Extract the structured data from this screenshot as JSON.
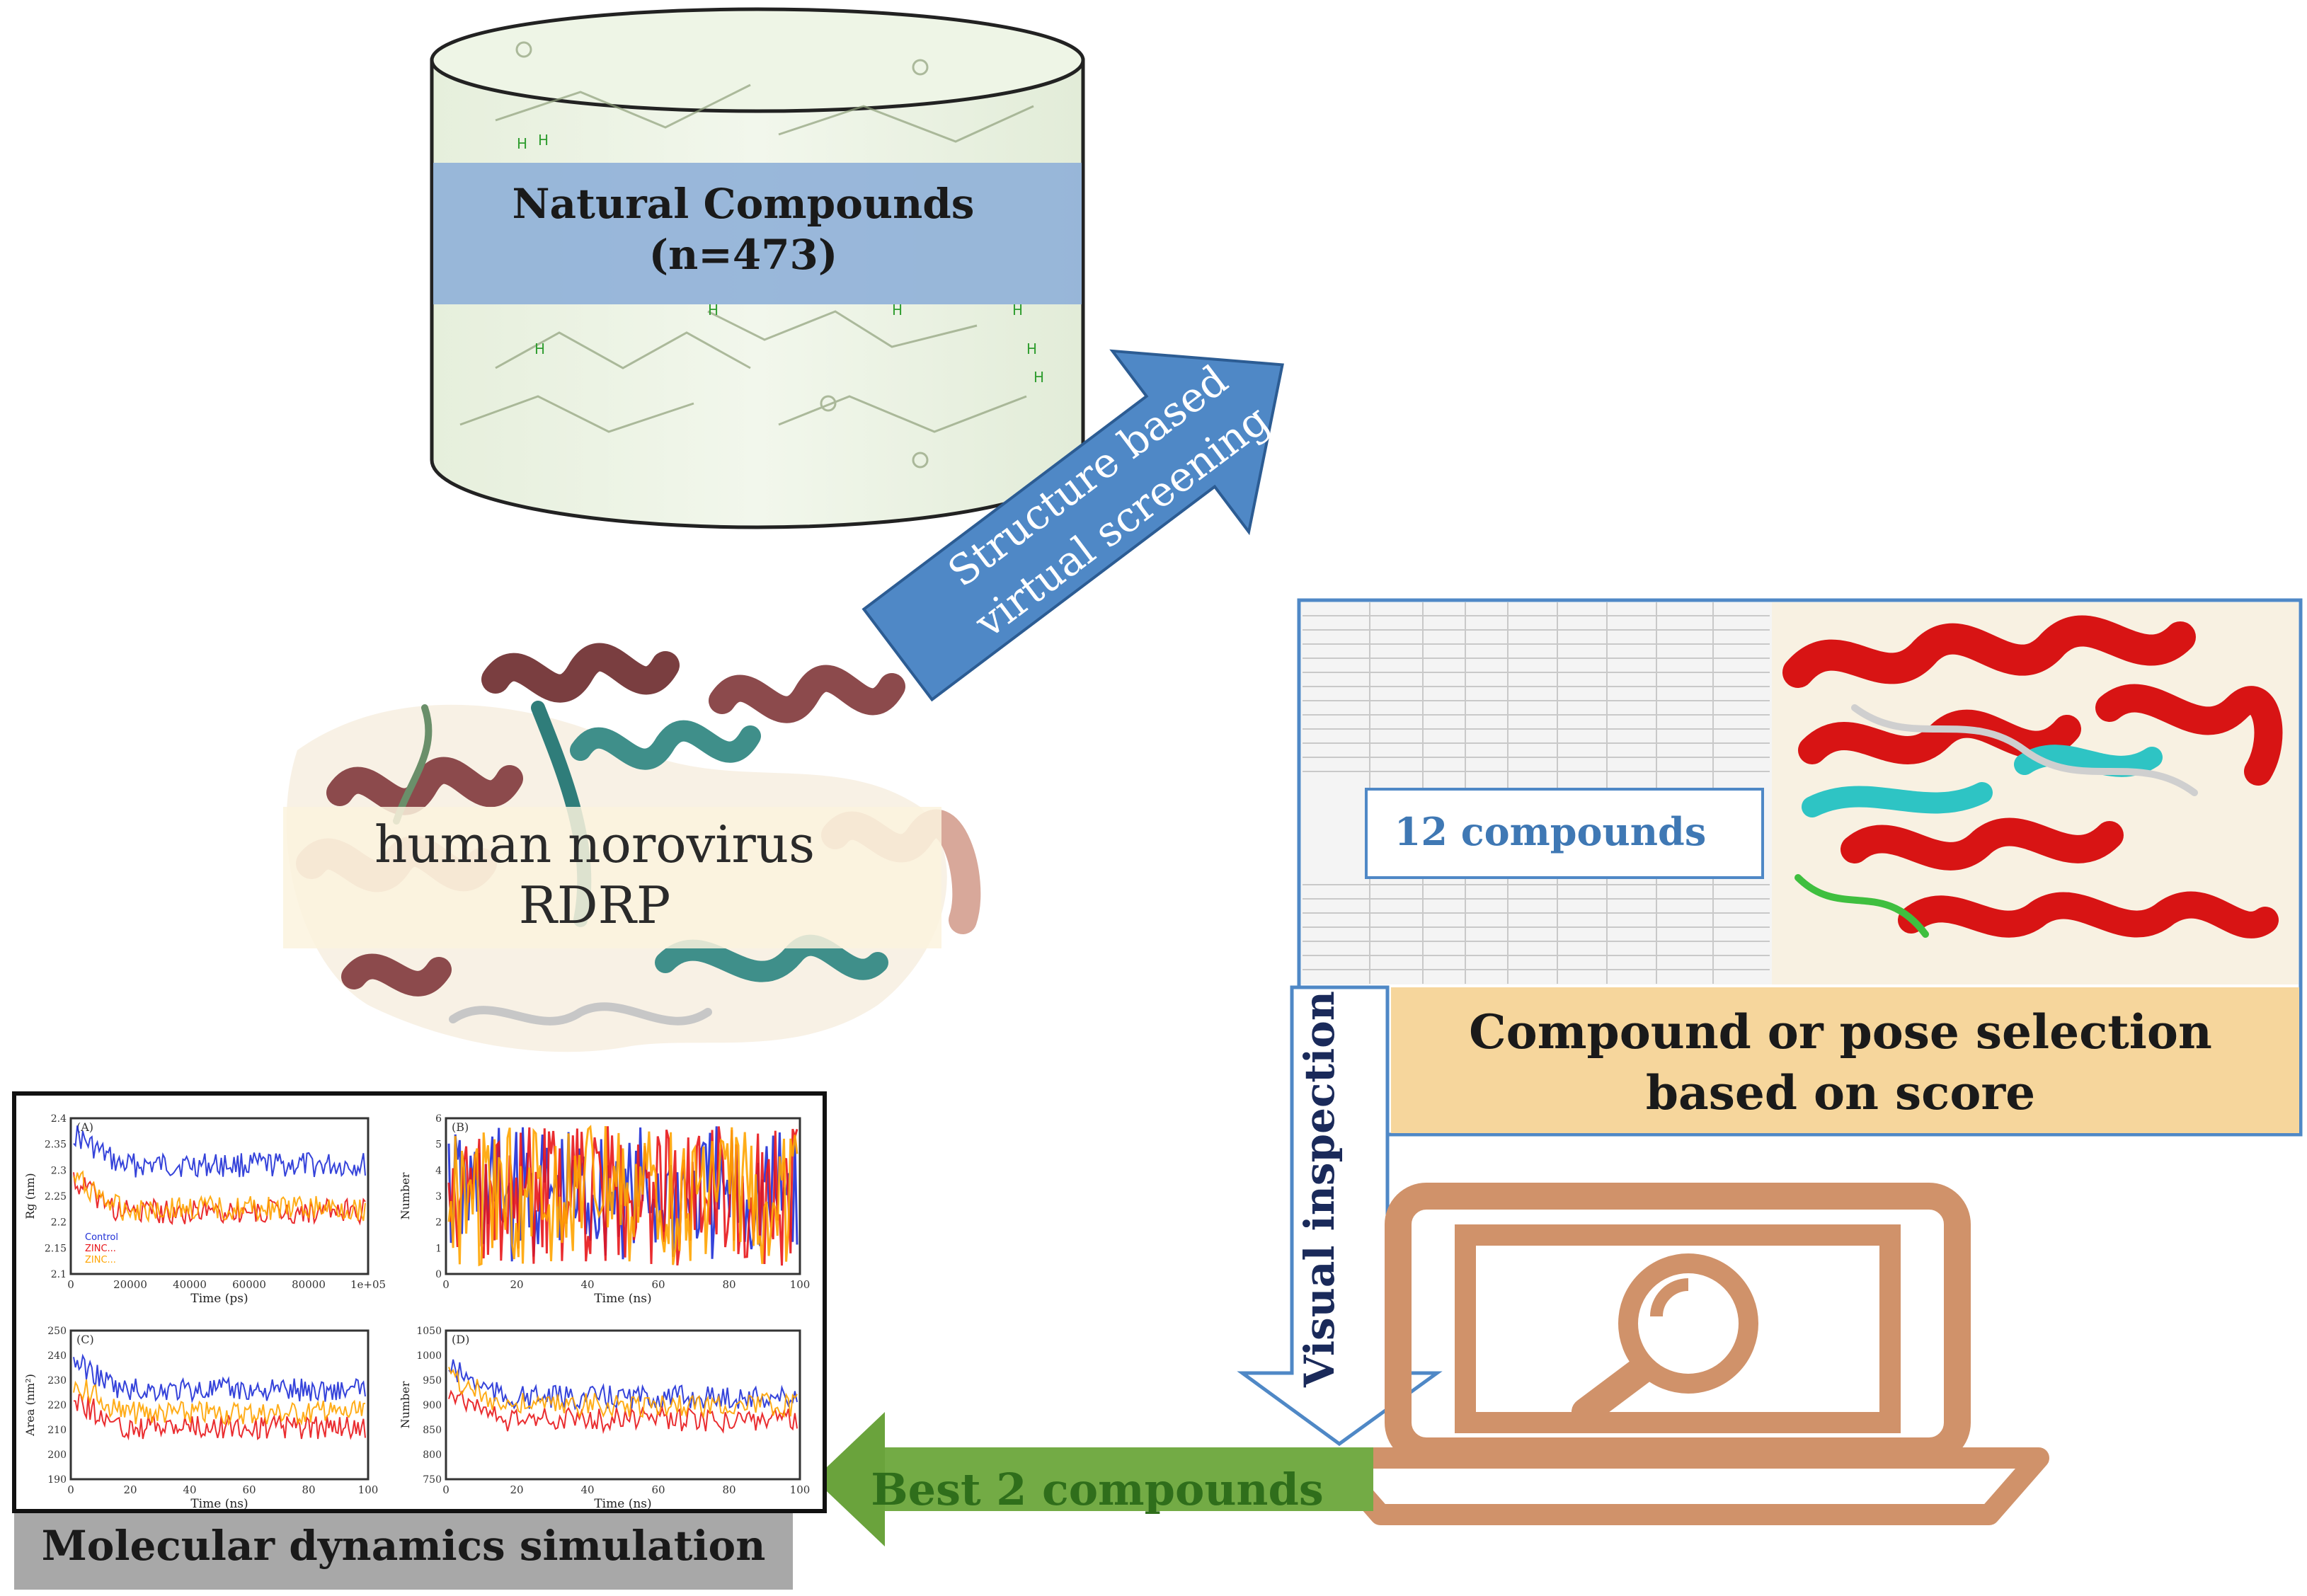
{
  "database": {
    "title_line1": "Natural Compounds",
    "title_line2": "(n=473)"
  },
  "screening_arrow": {
    "line1": "Structure based",
    "line2": "virtual screening"
  },
  "protein": {
    "line1": "human norovirus",
    "line2": "RDRP"
  },
  "results_panel": {
    "count_label": "12 compounds",
    "selection_line1": "Compound or pose selection",
    "selection_line2": "based on score"
  },
  "visual_arrow": {
    "label": "Visual inspection"
  },
  "best_arrow": {
    "label": "Best 2 compounds"
  },
  "md_panel": {
    "label": "Molecular dynamics simulation",
    "plots": [
      {
        "tag": "(A)",
        "ylabel": "Rg (nm)",
        "xlabel": "Time (ps)",
        "yticks": [
          "2.1",
          "2.15",
          "2.2",
          "2.25",
          "2.3",
          "2.35",
          "2.4"
        ],
        "xticks": [
          "0",
          "20000",
          "40000",
          "60000",
          "80000",
          "1e+05"
        ],
        "legend": [
          "Control",
          "ZINC...",
          "ZINC..."
        ]
      },
      {
        "tag": "(B)",
        "ylabel": "Number",
        "xlabel": "Time (ns)",
        "yticks": [
          "0",
          "1",
          "2",
          "3",
          "4",
          "5",
          "6"
        ],
        "xticks": [
          "0",
          "20",
          "40",
          "60",
          "80",
          "100"
        ]
      },
      {
        "tag": "(C)",
        "ylabel": "Area (nm²)",
        "xlabel": "Time (ns)",
        "yticks": [
          "190",
          "200",
          "210",
          "220",
          "230",
          "240",
          "250"
        ],
        "xticks": [
          "0",
          "20",
          "40",
          "60",
          "80",
          "100"
        ]
      },
      {
        "tag": "(D)",
        "ylabel": "Number",
        "xlabel": "Time (ns)",
        "yticks": [
          "750",
          "800",
          "850",
          "900",
          "950",
          "1000",
          "1050"
        ],
        "xticks": [
          "0",
          "20",
          "40",
          "60",
          "80",
          "100"
        ]
      }
    ]
  },
  "colors": {
    "db_band": "#8fb0d8",
    "blue_arrow": "#4f88c6",
    "selection_fill": "#f6d69c",
    "best_arrow": "#6aa33c",
    "laptop": "#d0926a",
    "md_label_fill": "#a8a8a8",
    "series_control": "#1f2fd6",
    "series_1": "#e8161a",
    "series_2": "#ffa400"
  }
}
